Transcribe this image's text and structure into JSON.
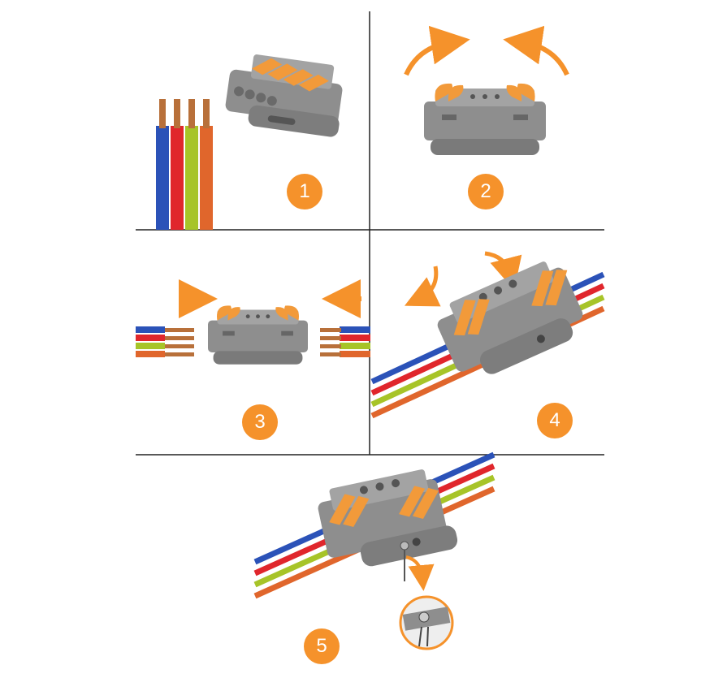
{
  "steps": [
    {
      "number": "1"
    },
    {
      "number": "2"
    },
    {
      "number": "3"
    },
    {
      "number": "4"
    },
    {
      "number": "5"
    }
  ],
  "colors": {
    "accent_orange": "#f5922b",
    "wire_blue": "#2b52b8",
    "wire_red": "#e0262c",
    "wire_green": "#a7c428",
    "wire_orange": "#e0662c",
    "connector_gray": "#8e8e8e",
    "lever_orange": "#f29a3a",
    "copper": "#b8703a",
    "divider": "#222222"
  },
  "icons": [
    "arrow-icon",
    "wire-bundle",
    "lever-connector",
    "mounting-screw-detail"
  ]
}
